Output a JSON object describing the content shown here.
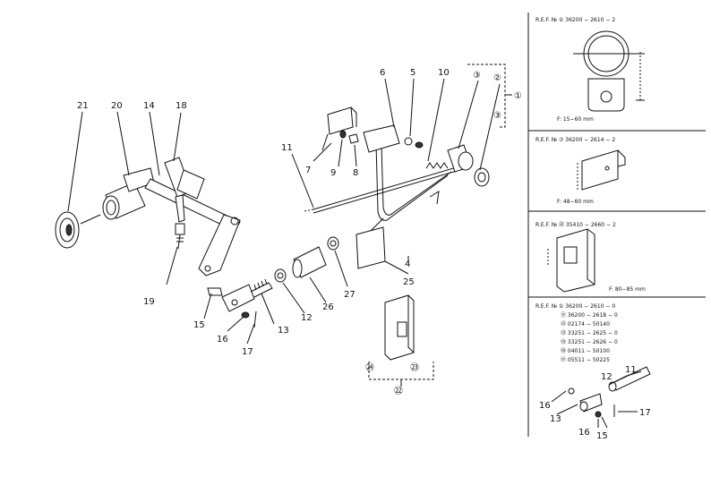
{
  "callouts": [
    {
      "id": "c21",
      "text": "21"
    },
    {
      "id": "c20",
      "text": "20"
    },
    {
      "id": "c14",
      "text": "14"
    },
    {
      "id": "c18",
      "text": "18"
    },
    {
      "id": "c19",
      "text": "19"
    },
    {
      "id": "c15",
      "text": "15"
    },
    {
      "id": "c16",
      "text": "16"
    },
    {
      "id": "c17",
      "text": "17"
    },
    {
      "id": "c13",
      "text": "13"
    },
    {
      "id": "c12",
      "text": "12"
    },
    {
      "id": "c26",
      "text": "26"
    },
    {
      "id": "c27",
      "text": "27"
    },
    {
      "id": "c11",
      "text": "11"
    },
    {
      "id": "c7",
      "text": "7"
    },
    {
      "id": "c9",
      "text": "9"
    },
    {
      "id": "c8",
      "text": "8"
    },
    {
      "id": "c6",
      "text": "6"
    },
    {
      "id": "c5",
      "text": "5"
    },
    {
      "id": "c10",
      "text": "10"
    },
    {
      "id": "c3",
      "text": "③"
    },
    {
      "id": "c2r",
      "text": "②"
    },
    {
      "id": "c3r",
      "text": "③"
    },
    {
      "id": "c1r",
      "text": "①"
    },
    {
      "id": "c4",
      "text": "4"
    },
    {
      "id": "c25",
      "text": "25"
    },
    {
      "id": "c24",
      "text": "㉔"
    },
    {
      "id": "c23",
      "text": "㉓"
    },
    {
      "id": "c22",
      "text": "㉒"
    }
  ],
  "ref_panels": [
    {
      "ref": "R.E.F. № ① 36200 − 2610 − 2",
      "note": "F: 15−60 mm"
    },
    {
      "ref": "R.E.F. № ⑦ 36200 − 2614 − 2",
      "note": "F: 48−60 mm"
    },
    {
      "ref": "R.E.F. № ㉒ 35410 − 2660 − 2",
      "note": "F: 80−85 mm"
    }
  ],
  "ref_list": {
    "title": "R.E.F. № ① 36200 − 2610 − 0",
    "items": [
      "⑪ 36200 − 2618 − 0",
      "⑫ 02174 − 50140",
      "⑬ 33251 − 2625 − 0",
      "⑮ 33251 − 2626 − 0",
      "⑯ 04011 − 50100",
      "⑰ 05511 − 50225"
    ]
  },
  "inset_callouts": [
    {
      "id": "i11",
      "text": "11"
    },
    {
      "id": "i12",
      "text": "12"
    },
    {
      "id": "i16a",
      "text": "16"
    },
    {
      "id": "i13",
      "text": "13"
    },
    {
      "id": "i17",
      "text": "17"
    },
    {
      "id": "i16b",
      "text": "16"
    },
    {
      "id": "i15",
      "text": "15"
    }
  ]
}
